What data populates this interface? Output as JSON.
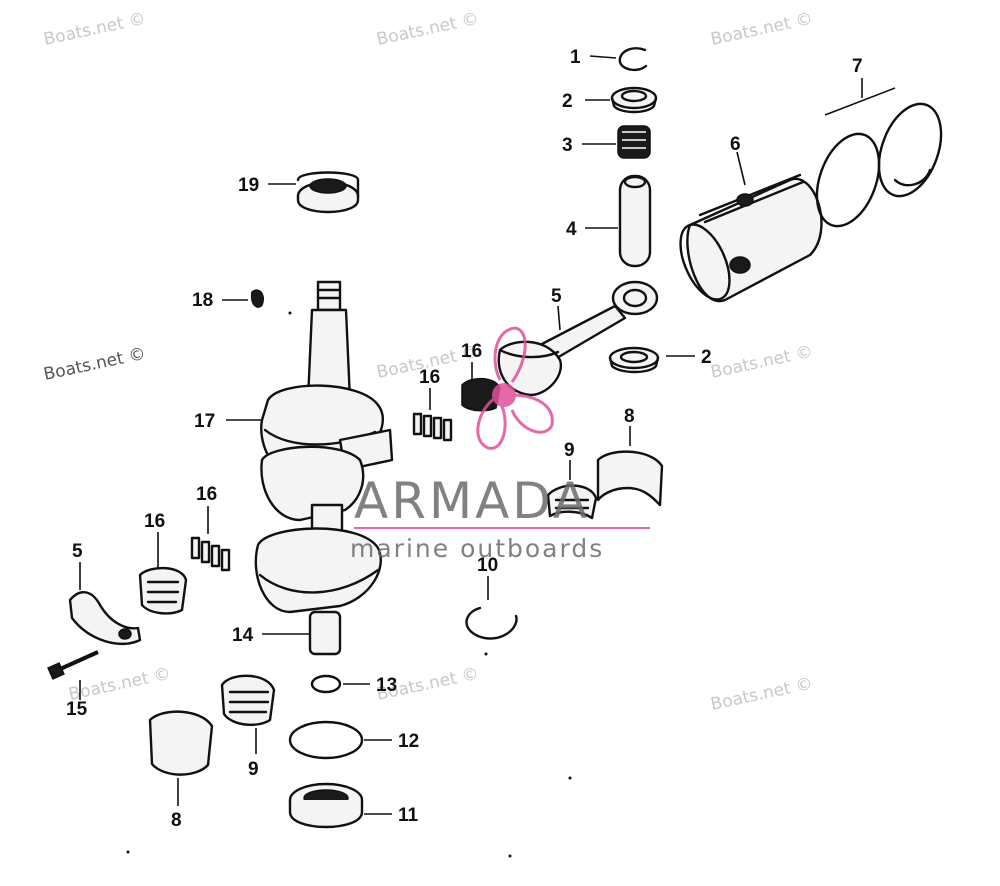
{
  "watermark": "Boats.net ©",
  "logo": {
    "brand": "ARMADA",
    "tagline": "marine outboards",
    "accent_color": "#e0509a"
  },
  "callouts": {
    "c1": "1",
    "c2a": "2",
    "c2b": "2",
    "c3": "3",
    "c4": "4",
    "c5a": "5",
    "c5b": "5",
    "c6": "6",
    "c7": "7",
    "c8a": "8",
    "c8b": "8",
    "c9a": "9",
    "c9b": "9",
    "c10": "10",
    "c11": "11",
    "c12": "12",
    "c13": "13",
    "c14": "14",
    "c15": "15",
    "c16a": "16",
    "c16b": "16",
    "c16c": "16",
    "c16d": "16",
    "c17": "17",
    "c18": "18",
    "c19": "19"
  }
}
